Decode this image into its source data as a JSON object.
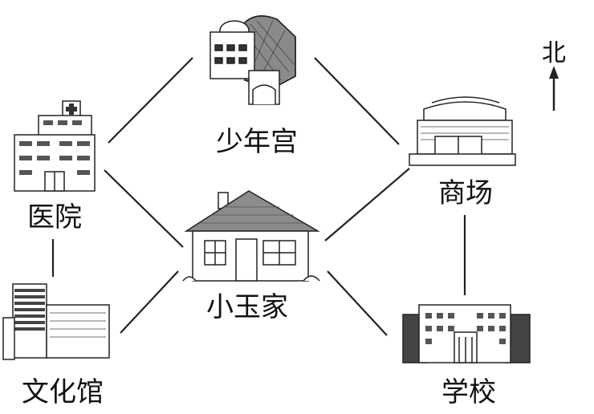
{
  "places": {
    "youth_palace": "少年宫",
    "hospital": "医院",
    "mall": "商场",
    "home": "小玉家",
    "library": "文化馆",
    "school": "学校"
  },
  "compass": {
    "north": "北"
  },
  "colors": {
    "line": "#222222",
    "fill": "#ffffff",
    "shade": "#9a9a9a",
    "dark": "#444444"
  }
}
